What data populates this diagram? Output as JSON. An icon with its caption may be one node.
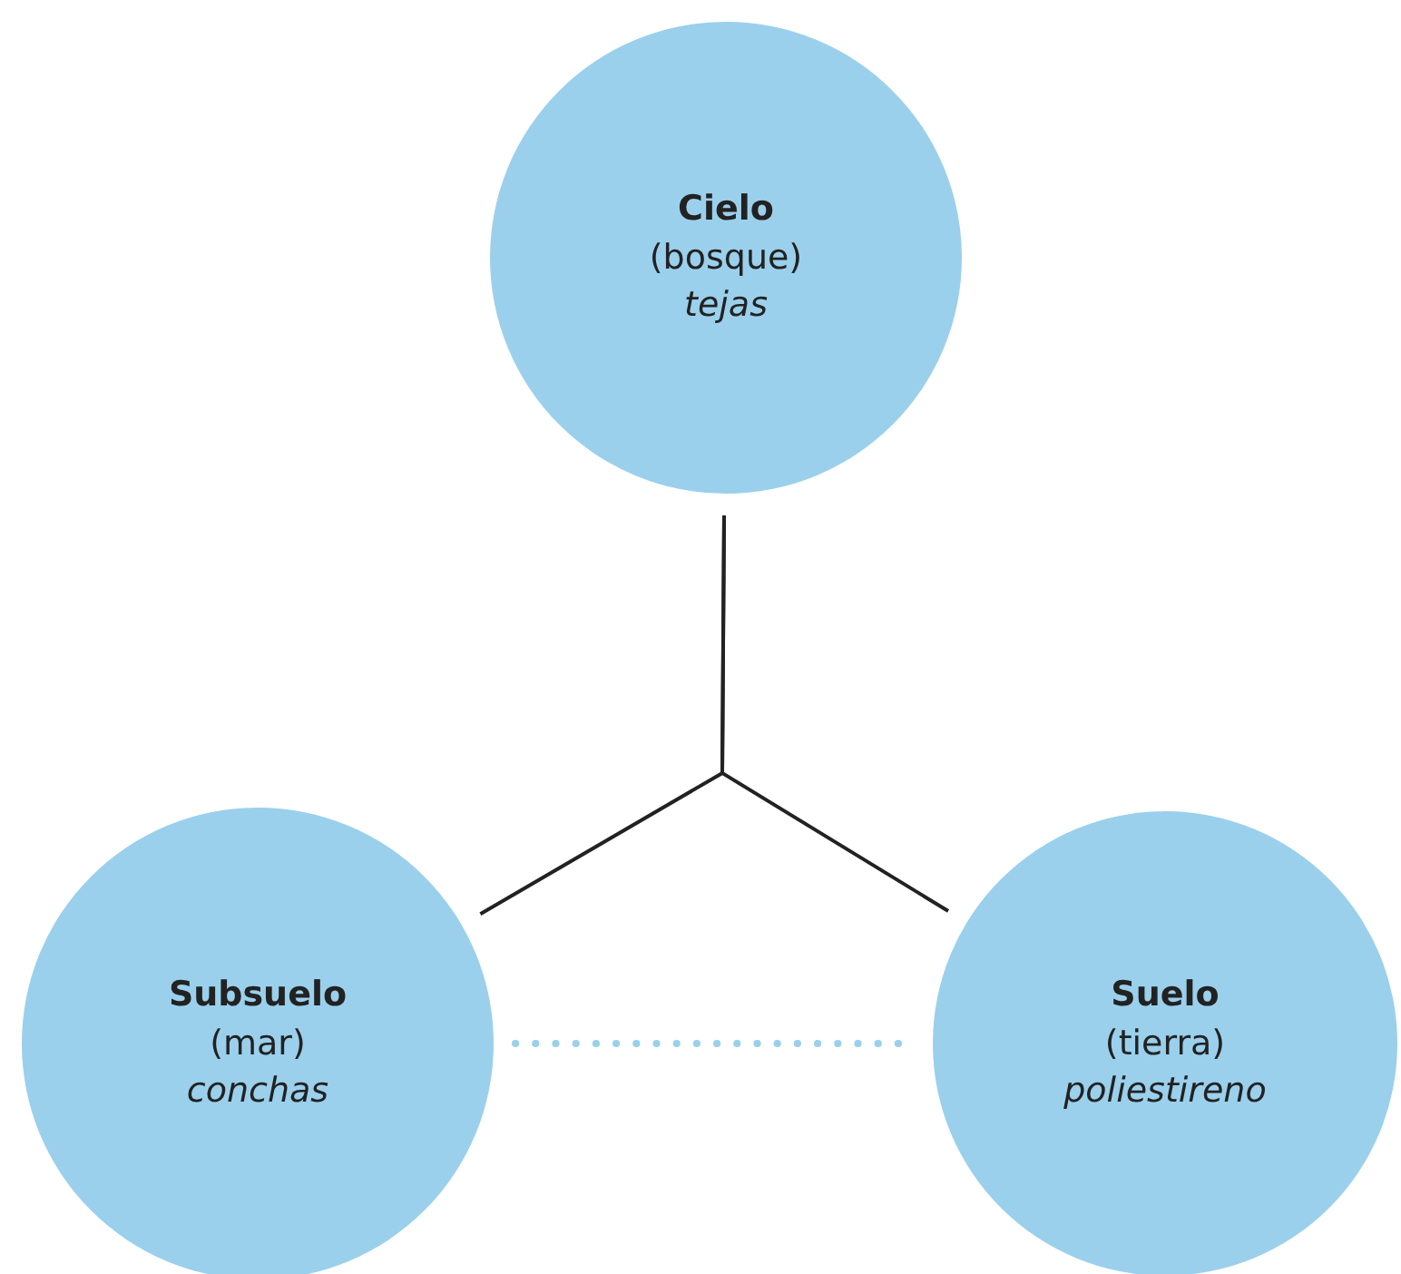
{
  "diagram": {
    "nodes": [
      {
        "text": [
          "Cielo",
          "(bosque)",
          "tejas"
        ]
      },
      {
        "text": [
          "Subsuelo",
          "(mar)",
          "conchas"
        ]
      },
      {
        "text": [
          "Suelo",
          "(tierra)",
          "poliestireno"
        ]
      }
    ],
    "edges": [
      {
        "from": 0,
        "to": 1,
        "arrow": "none"
      },
      {
        "from": 0,
        "to": 2,
        "arrow": "none"
      },
      {
        "from": 1,
        "to": 2,
        "arrow": "none",
        "style": "dashed",
        "color": "#9ad0ec"
      }
    ]
  }
}
